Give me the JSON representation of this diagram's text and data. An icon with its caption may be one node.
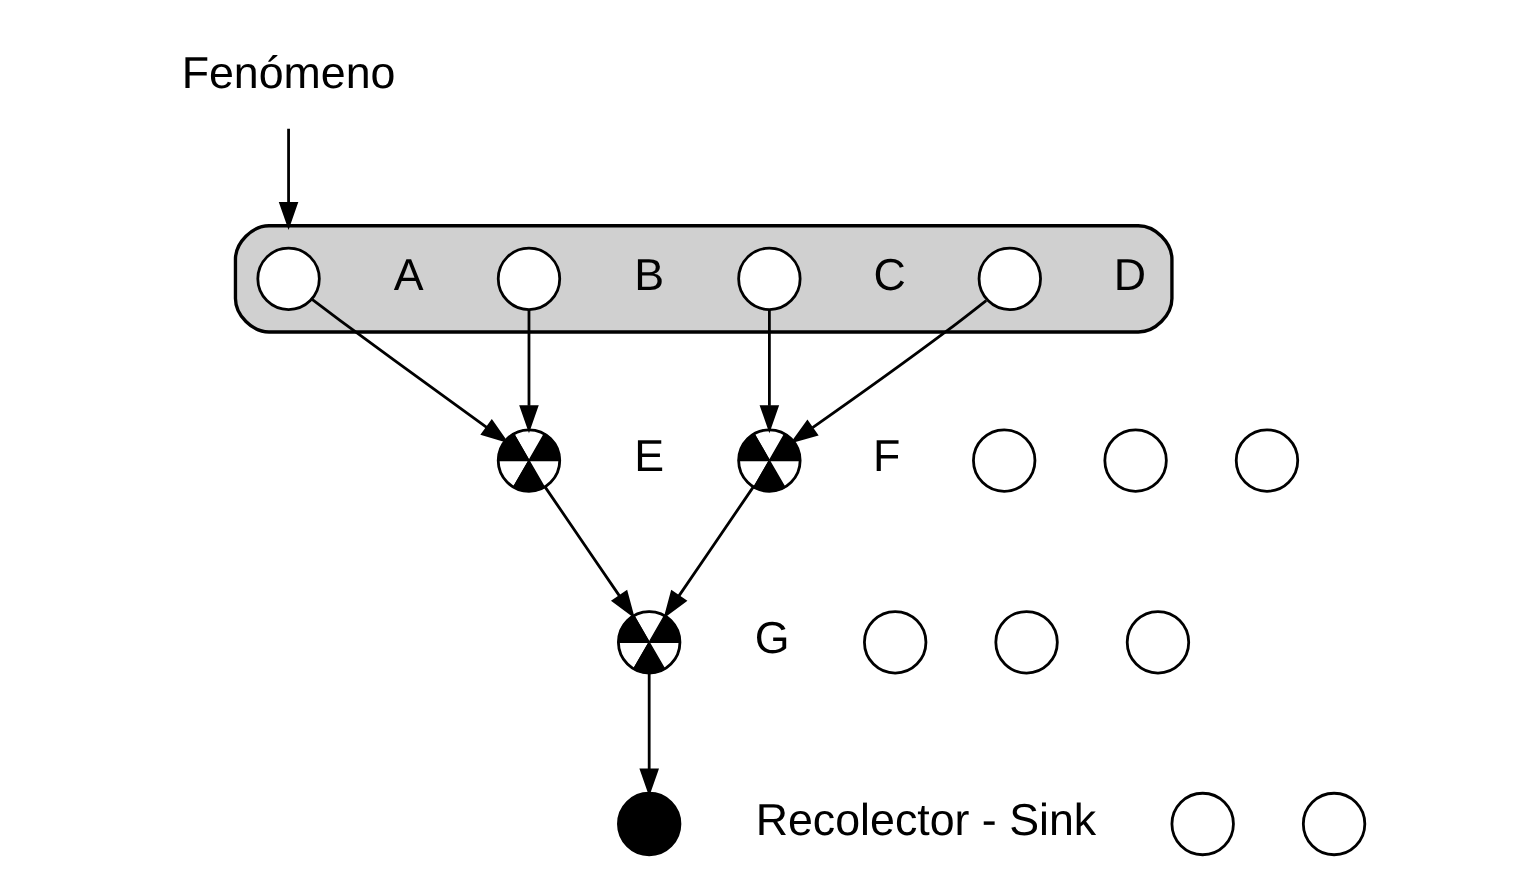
{
  "diagram": {
    "nodes": [
      {
        "text": [
          "Fenómeno"
        ]
      },
      {
        "text": [],
        "shape": "cloud"
      },
      {
        "text": [],
        "shape": "circle",
        "beside": [
          "A"
        ],
        "in": 1
      },
      {
        "text": [],
        "shape": "circle",
        "beside": [
          "B"
        ],
        "in": 1
      },
      {
        "text": [],
        "shape": "circle",
        "beside": [
          "C"
        ],
        "in": 1
      },
      {
        "text": [],
        "shape": "circle",
        "beside": [
          "D"
        ],
        "in": 1
      },
      {
        "text": [],
        "shape": "circle",
        "beside": [
          "E"
        ]
      },
      {
        "text": [],
        "shape": "circle",
        "beside": [
          "F"
        ]
      },
      {
        "text": [],
        "shape": "circle",
        "beside": [
          "G"
        ]
      },
      {
        "text": [],
        "shape": "circle",
        "beside": [
          "Recolector - Sink"
        ]
      },
      {
        "text": [],
        "shape": "circle"
      },
      {
        "text": [],
        "shape": "circle"
      },
      {
        "text": [],
        "shape": "circle"
      },
      {
        "text": [],
        "shape": "circle"
      },
      {
        "text": [],
        "shape": "circle"
      },
      {
        "text": [],
        "shape": "circle"
      },
      {
        "text": [],
        "shape": "circle"
      },
      {
        "text": [],
        "shape": "circle"
      }
    ],
    "edges": [
      {
        "from": 0,
        "to": 1,
        "arrow": "to"
      },
      {
        "from": 2,
        "to": 6,
        "arrow": "to"
      },
      {
        "from": 3,
        "to": 6,
        "arrow": "to"
      },
      {
        "from": 4,
        "to": 7,
        "arrow": "to"
      },
      {
        "from": 5,
        "to": 7,
        "arrow": "to"
      },
      {
        "from": 6,
        "to": 8,
        "arrow": "to"
      },
      {
        "from": 7,
        "to": 8,
        "arrow": "to"
      },
      {
        "from": 8,
        "to": 9,
        "arrow": "to"
      }
    ]
  }
}
